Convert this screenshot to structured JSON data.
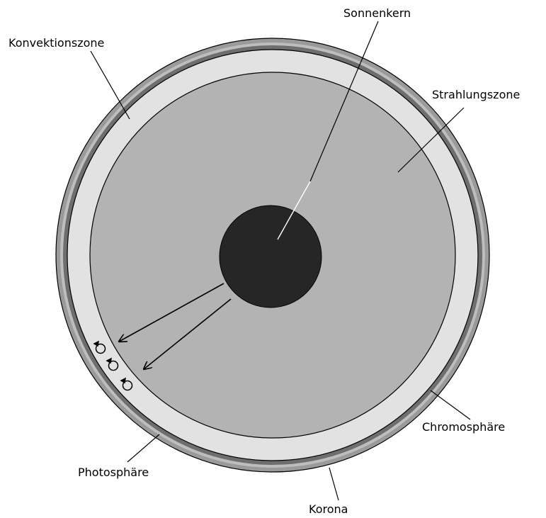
{
  "labels": {
    "core": "Sonnenkern",
    "convection_zone": "Konvektionszone",
    "radiation_zone": "Strahlungszone",
    "chromosphere": "Chromosphäre",
    "photosphere": "Photosphäre",
    "corona": "Korona"
  },
  "colors": {
    "background": "#ffffff",
    "corona": "#9a9a9a",
    "chromosphere": "#bdbdbd",
    "photosphere": "#6e6e6e",
    "convection_zone": "#e2e2e2",
    "radiation_zone": "#b3b3b3",
    "core": "#262626",
    "outline": "#000000"
  }
}
